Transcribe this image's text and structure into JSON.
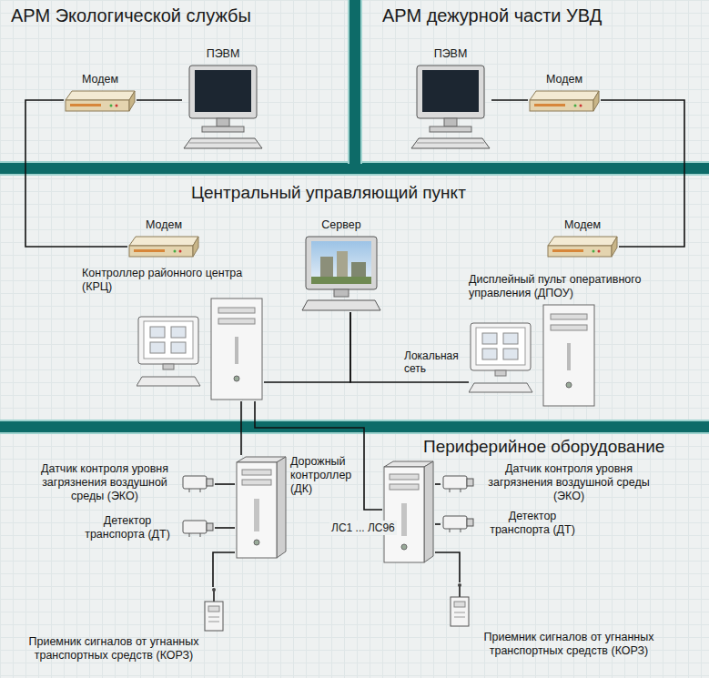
{
  "diagram": {
    "nodes": [
      {
        "text": [
          "АРМ Экологической службы"
        ]
      },
      {
        "text": [
          "Модем"
        ],
        "in": 0
      },
      {
        "text": [
          "ПЭВМ"
        ],
        "in": 0
      },
      {
        "text": [
          "АРМ дежурной части УВД"
        ]
      },
      {
        "text": [
          "ПЭВМ"
        ],
        "in": 3
      },
      {
        "text": [
          "Модем"
        ],
        "in": 3
      },
      {
        "text": [
          "Центральный управляющий пункт"
        ]
      },
      {
        "text": [
          "Модем"
        ],
        "in": 6
      },
      {
        "text": [
          "Сервер"
        ],
        "in": 6
      },
      {
        "text": [
          "Модем"
        ],
        "in": 6
      },
      {
        "text": [
          "Контроллер районного центра (КРЦ)"
        ],
        "in": 6
      },
      {
        "text": [
          "Дисплейный пульт оперативного управления (ДПОУ)"
        ],
        "in": 6
      },
      {
        "text": [
          "Периферийное оборудование"
        ]
      },
      {
        "text": [
          "Датчик контроля уровня загрязнения воздушной среды (ЭКО)"
        ],
        "in": 12
      },
      {
        "text": [
          "Дорожный контроллер (ДК)"
        ],
        "in": 12
      },
      {
        "text": [],
        "in": 12
      },
      {
        "text": [
          "Датчик контроля уровня загрязнения воздушной среды (ЭКО)"
        ],
        "in": 12
      },
      {
        "text": [
          "Детектор транспорта (ДТ)"
        ],
        "in": 12
      },
      {
        "text": [
          "Детектор транспорта (ДТ)"
        ],
        "in": 12
      },
      {
        "text": [
          "Приемник сигналов от угнанных транспортных средств (КОРЗ)"
        ],
        "in": 12
      },
      {
        "text": [
          "Приемник сигналов от угнанных транспортных средств (КОРЗ)"
        ],
        "in": 12
      }
    ],
    "edges": [
      {
        "from": 1,
        "to": 2,
        "arrow": "none"
      },
      {
        "from": 4,
        "to": 5,
        "arrow": "none"
      },
      {
        "from": 1,
        "to": 7,
        "arrow": "none"
      },
      {
        "from": 5,
        "to": 9,
        "arrow": "none"
      },
      {
        "from": 10,
        "to": 8,
        "arrow": "none"
      },
      {
        "from": 8,
        "to": 11,
        "arrow": "none"
      },
      {
        "from": 10,
        "to": 14,
        "arrow": "none"
      },
      {
        "from": 10,
        "to": 15,
        "arrow": "none"
      },
      {
        "from": 14,
        "to": 13,
        "arrow": "none"
      },
      {
        "from": 14,
        "to": 17,
        "arrow": "none"
      },
      {
        "from": 14,
        "to": 19,
        "arrow": "none"
      },
      {
        "from": 15,
        "to": 16,
        "arrow": "none"
      },
      {
        "from": 15,
        "to": 18,
        "arrow": "none"
      },
      {
        "from": 15,
        "to": 20,
        "arrow": "none"
      }
    ],
    "labels": [
      "Локальная сеть",
      "ЛС1 ... ЛС96"
    ]
  }
}
